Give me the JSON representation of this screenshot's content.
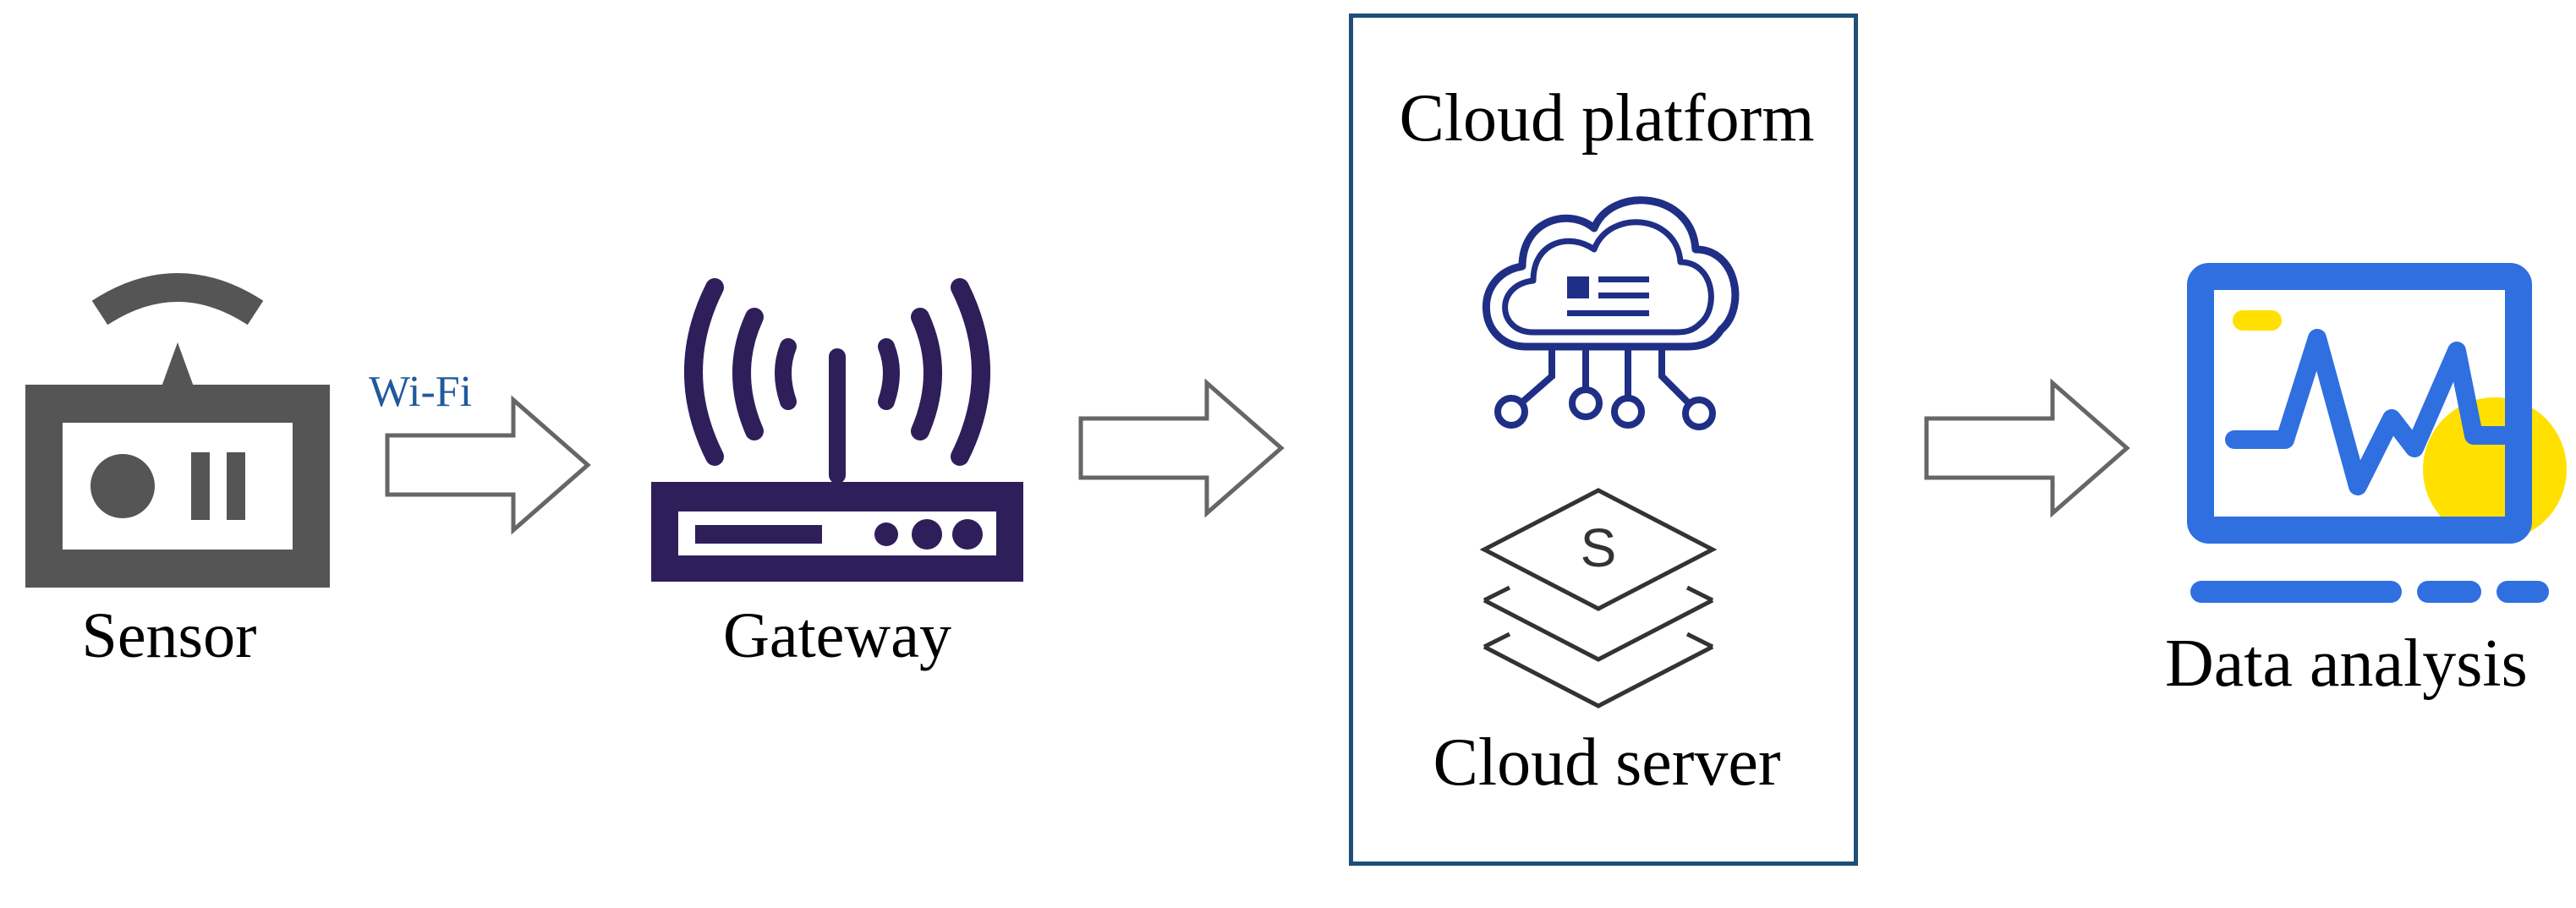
{
  "diagram": {
    "nodes": {
      "sensor": {
        "label": "Sensor",
        "icon": "sensor-icon"
      },
      "gateway": {
        "label": "Gateway",
        "icon": "router-icon"
      },
      "cloud_group": {
        "platform_label": "Cloud platform",
        "platform_icon": "cloud-circuit-icon",
        "server_label": "Cloud server",
        "server_icon": "stacked-layers-icon",
        "server_symbol": "S"
      },
      "data_analysis": {
        "label": "Data analysis",
        "icon": "monitor-chart-icon"
      }
    },
    "connections": [
      {
        "from": "Sensor",
        "to": "Gateway",
        "label": "Wi-Fi"
      },
      {
        "from": "Gateway",
        "to": "Cloud platform",
        "label": ""
      },
      {
        "from": "Cloud server",
        "to": "Data analysis",
        "label": ""
      }
    ],
    "colors": {
      "sensor_gray": "#555555",
      "router_purple": "#2e1f5b",
      "cloud_navy": "#1f2f86",
      "box_border": "#1f4e79",
      "wifi_text": "#1f5a9c",
      "monitor_blue": "#2f6fe0",
      "accent_yellow": "#ffe000",
      "arrow_stroke": "#666666"
    }
  }
}
